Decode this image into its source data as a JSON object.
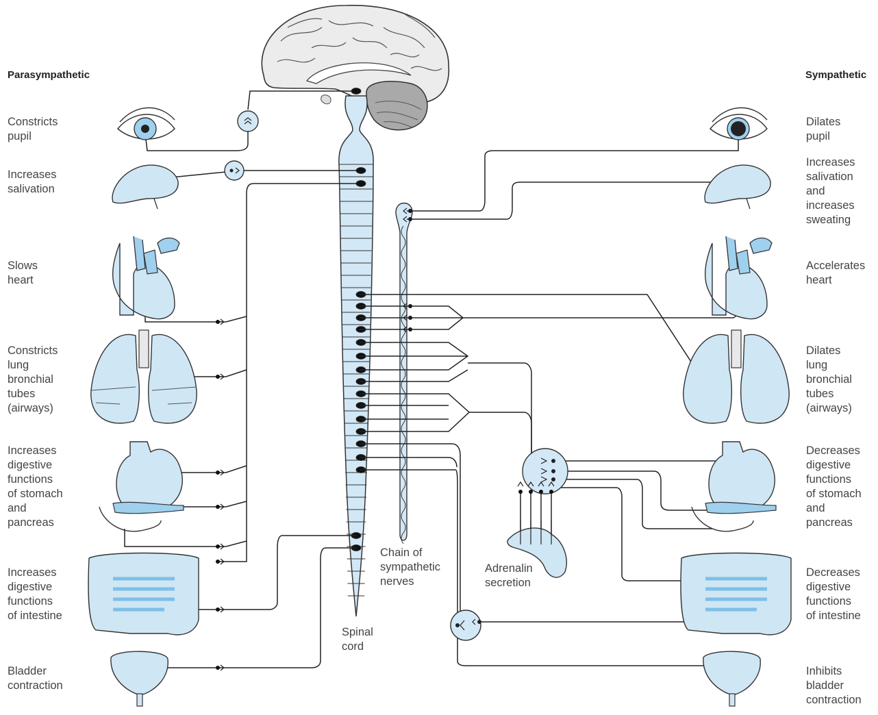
{
  "headers": {
    "left": "Parasympathetic",
    "right": "Sympathetic"
  },
  "left_labels": [
    "Constricts\npupil",
    "Increases\nsalivation",
    "Slows\nheart",
    "Constricts\nlung\nbronchial\ntubes\n(airways)",
    "Increases\ndigestive\nfunctions\nof stomach\nand\npancreas",
    "Increases\ndigestive\nfunctions\nof intestine",
    "Bladder\ncontraction"
  ],
  "right_labels": [
    "Dilates\npupil",
    "Increases\nsalivation\nand\nincreases\nsweating",
    "Accelerates\nheart",
    "Dilates\nlung\nbronchial\ntubes\n(airways)",
    "Decreases\ndigestive\nfunctions\nof stomach\nand\npancreas",
    "Decreases\ndigestive\nfunctions\nof intestine",
    "Inhibits\nbladder\ncontraction"
  ],
  "center_labels": {
    "chain": "Chain of\nsympathetic\nnerves",
    "spinal": "Spinal\ncord",
    "adrenal": "Adrenalin\nsecretion"
  },
  "colors": {
    "organ_fill": "#cfe6f5",
    "organ_deep": "#9fd0ee",
    "line": "#2a2a2a",
    "brain": "#e9e9e9",
    "cerebellum": "#a8a8a8"
  }
}
